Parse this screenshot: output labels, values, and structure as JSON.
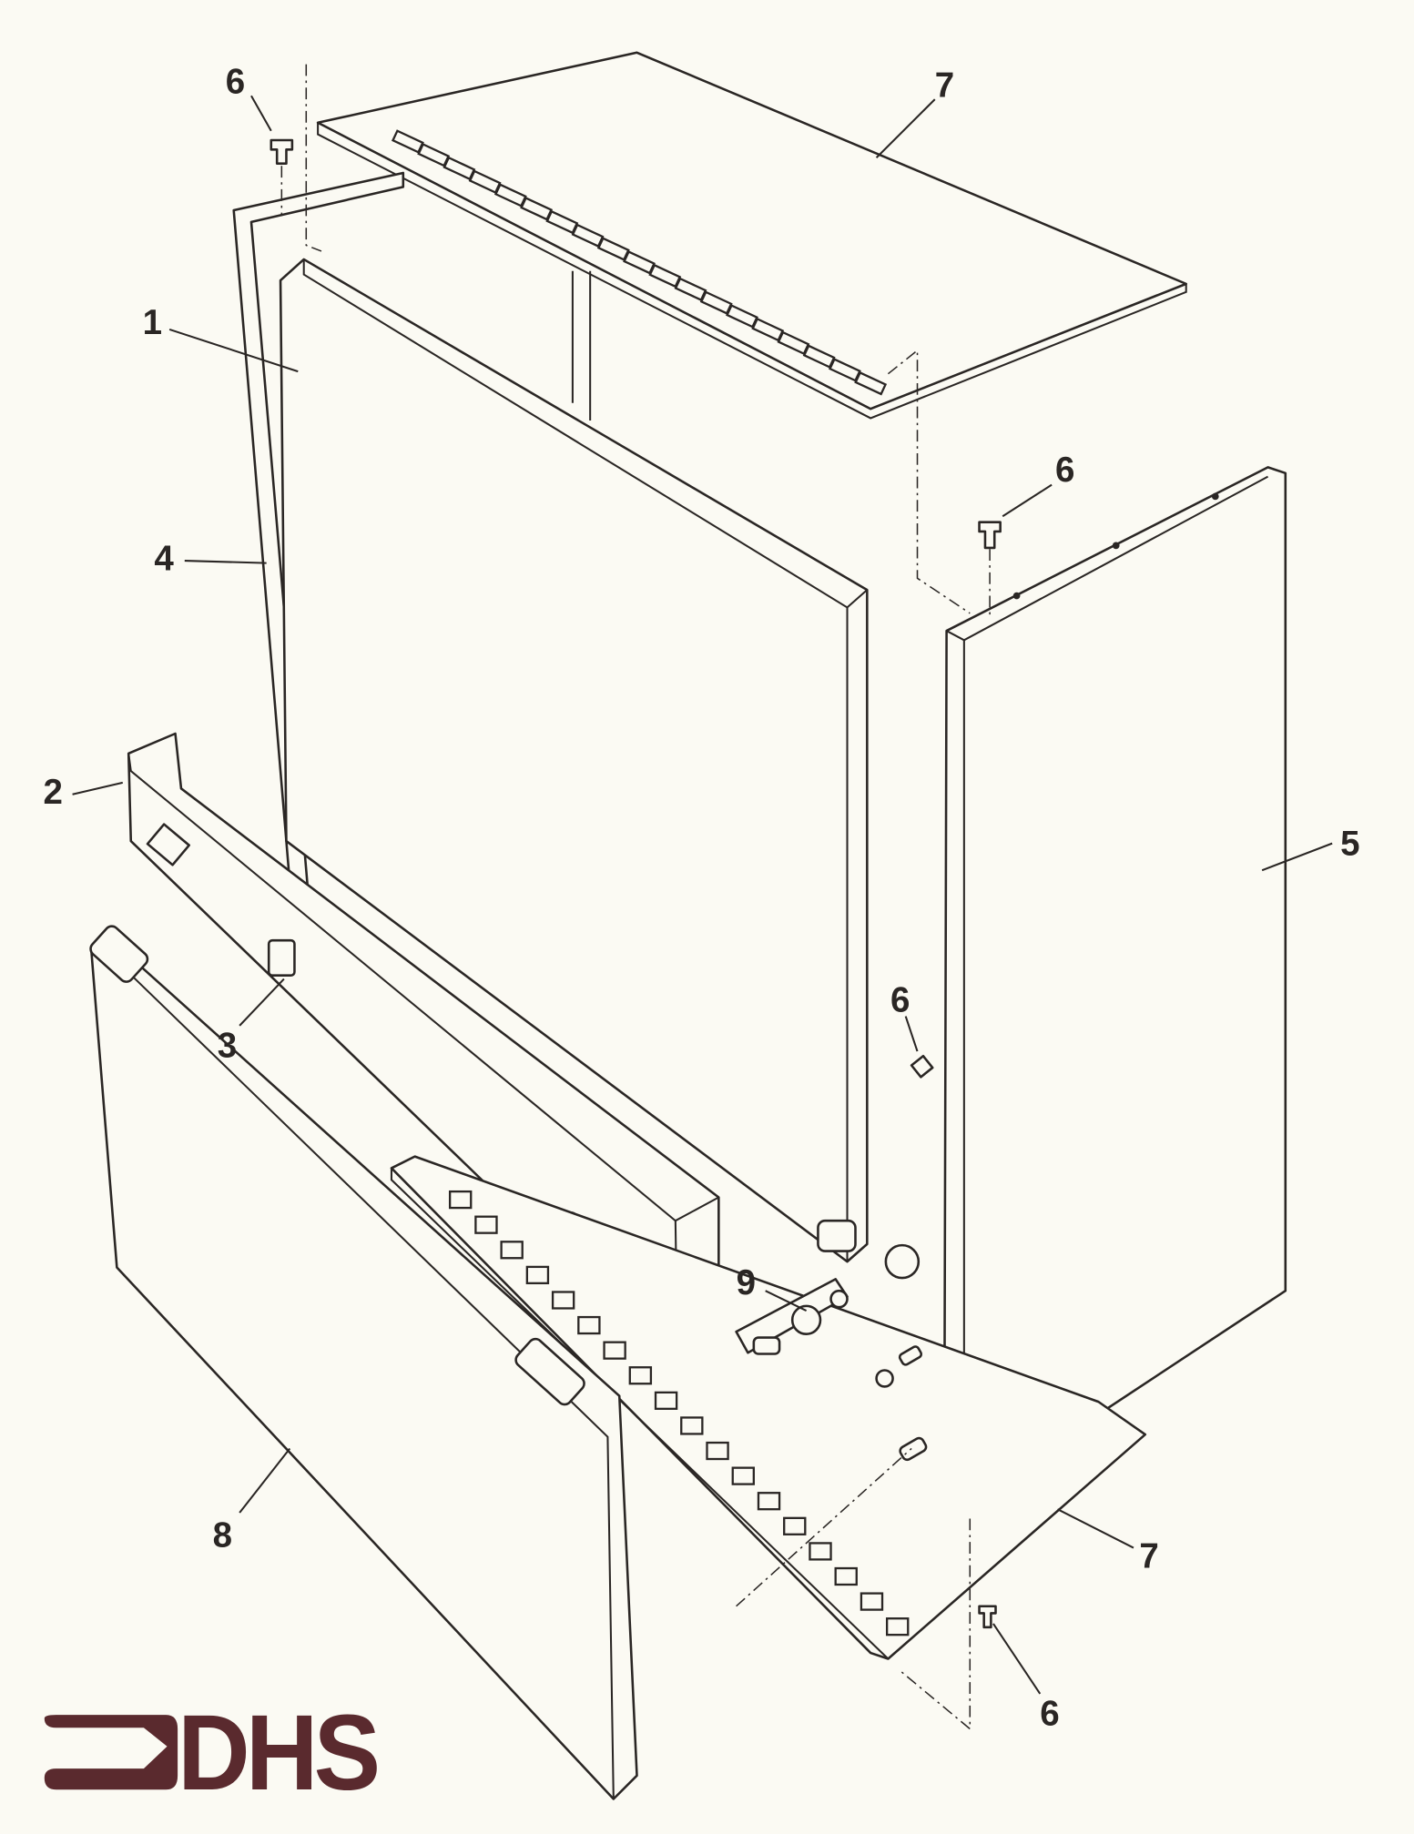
{
  "diagram": {
    "type": "exploded-parts-view",
    "callouts": [
      {
        "id": "c6a",
        "label": "6"
      },
      {
        "id": "c7a",
        "label": "7"
      },
      {
        "id": "c1",
        "label": "1"
      },
      {
        "id": "c4",
        "label": "4"
      },
      {
        "id": "c2",
        "label": "2"
      },
      {
        "id": "c6b",
        "label": "6"
      },
      {
        "id": "c5",
        "label": "5"
      },
      {
        "id": "c6c",
        "label": "6"
      },
      {
        "id": "c3",
        "label": "3"
      },
      {
        "id": "c9",
        "label": "9"
      },
      {
        "id": "c8",
        "label": "8"
      },
      {
        "id": "c7b",
        "label": "7"
      },
      {
        "id": "c6d",
        "label": "6"
      }
    ]
  },
  "logo": {
    "text": "DHS",
    "color": "#5a2a2e"
  }
}
